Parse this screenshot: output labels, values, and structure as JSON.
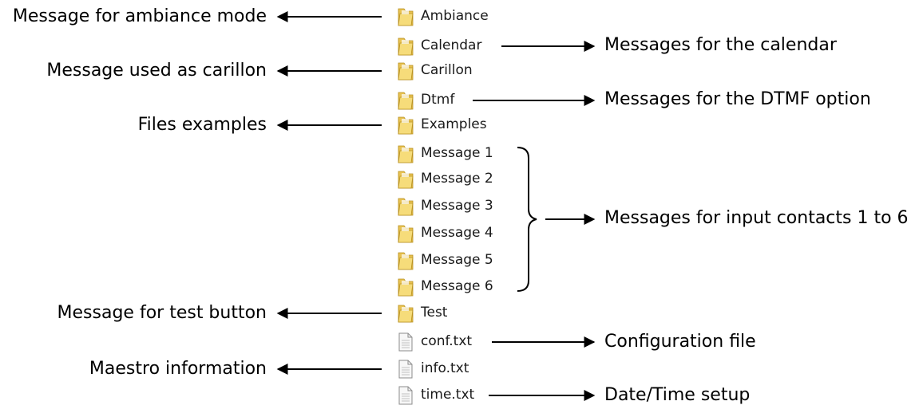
{
  "files": [
    {
      "name": "Ambiance",
      "icon": "folder-icon"
    },
    {
      "name": "Calendar",
      "icon": "folder-icon"
    },
    {
      "name": "Carillon",
      "icon": "folder-icon"
    },
    {
      "name": "Dtmf",
      "icon": "folder-icon"
    },
    {
      "name": "Examples",
      "icon": "folder-icon"
    },
    {
      "name": "Message 1",
      "icon": "folder-icon"
    },
    {
      "name": "Message 2",
      "icon": "folder-icon"
    },
    {
      "name": "Message 3",
      "icon": "folder-icon"
    },
    {
      "name": "Message 4",
      "icon": "folder-icon"
    },
    {
      "name": "Message 5",
      "icon": "folder-icon"
    },
    {
      "name": "Message 6",
      "icon": "folder-icon"
    },
    {
      "name": "Test",
      "icon": "folder-icon"
    },
    {
      "name": "conf.txt",
      "icon": "text-file-icon"
    },
    {
      "name": "info.txt",
      "icon": "text-file-icon"
    },
    {
      "name": "time.txt",
      "icon": "text-file-icon"
    }
  ],
  "left_labels": {
    "ambiance": "Message for ambiance mode",
    "carillon": "Message used as carillon",
    "examples": "Files examples",
    "test": "Message for test button",
    "info": "Maestro information"
  },
  "right_labels": {
    "calendar": "Messages for the calendar",
    "dtmf": "Messages for the DTMF option",
    "inputs": "Messages for input contacts 1 to 6",
    "conf": "Configuration file",
    "time": "Date/Time setup"
  },
  "colors": {
    "folder_body": "#e8c251",
    "folder_front": "#f6dc7a",
    "folder_edge": "#b8901f",
    "file_fill": "#f7f7f7",
    "file_edge": "#8c8c8c",
    "arrow": "#000000"
  }
}
